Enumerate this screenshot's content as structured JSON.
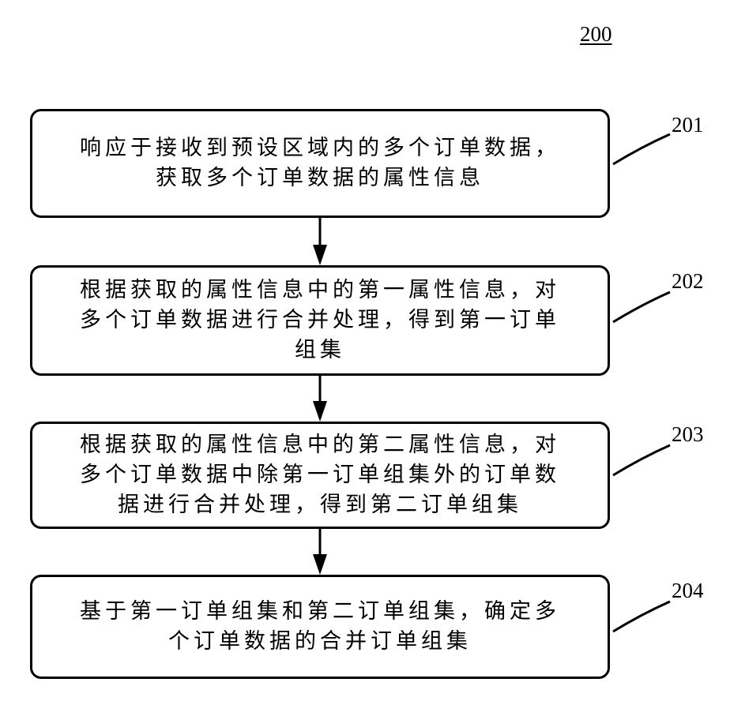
{
  "figure": {
    "number": "200"
  },
  "steps": [
    {
      "id": "201",
      "text": "响应于接收到预设区域内的多个订单数据，\n获取多个订单数据的属性信息"
    },
    {
      "id": "202",
      "text": "根据获取的属性信息中的第一属性信息，对\n多个订单数据进行合并处理，得到第一订单\n组集"
    },
    {
      "id": "203",
      "text": "根据获取的属性信息中的第二属性信息，对\n多个订单数据中除第一订单组集外的订单数\n据进行合并处理，得到第二订单组集"
    },
    {
      "id": "204",
      "text": "基于第一订单组集和第二订单组集，确定多\n个订单数据的合并订单组集"
    }
  ]
}
